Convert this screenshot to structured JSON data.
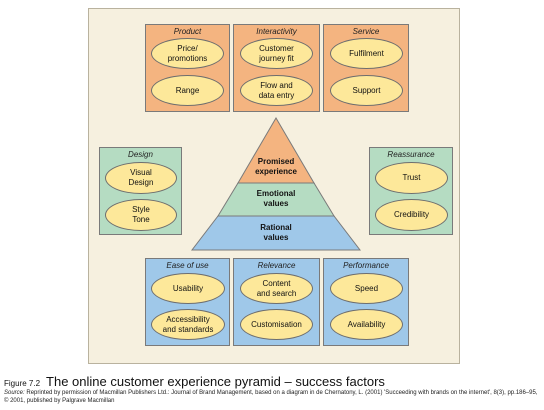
{
  "boxes": {
    "product": {
      "title": "Product",
      "items": [
        "Price/\npromotions",
        "Range"
      ]
    },
    "interactivity": {
      "title": "Interactivity",
      "items": [
        "Customer\njourney fit",
        "Flow and\ndata entry"
      ]
    },
    "service": {
      "title": "Service",
      "items": [
        "Fulfilment",
        "Support"
      ]
    },
    "design": {
      "title": "Design",
      "items": [
        "Visual\nDesign",
        "Style\nTone"
      ]
    },
    "reassurance": {
      "title": "Reassurance",
      "items": [
        "Trust",
        "Credibility"
      ]
    },
    "ease_of_use": {
      "title": "Ease of use",
      "items": [
        "Usability",
        "Accessibility\nand standards"
      ]
    },
    "relevance": {
      "title": "Relevance",
      "items": [
        "Content\nand search",
        "Customisation"
      ]
    },
    "performance": {
      "title": "Performance",
      "items": [
        "Speed",
        "Availability"
      ]
    }
  },
  "pyramid": {
    "top": "Promised\nexperience",
    "middle": "Emotional\nvalues",
    "bottom": "Rational\nvalues"
  },
  "caption": {
    "figure_number": "Figure 7.2",
    "title": "The online customer experience pyramid – success factors"
  },
  "source": {
    "label": "Source:",
    "text": "Reprinted by permission of Macmillan Publishers Ltd.: Journal of Brand Management, based on a diagram in de Chernatony, L. (2001) 'Succeeding with brands on the internet', 8(3), pp.186–95, © 2001, published by Palgrave Macmillan"
  },
  "colors": {
    "orange": "#f4b480",
    "green": "#b5dcc2",
    "blue": "#9fc8e9",
    "ellipse": "#fde89a",
    "frame": "#f6f0df"
  }
}
